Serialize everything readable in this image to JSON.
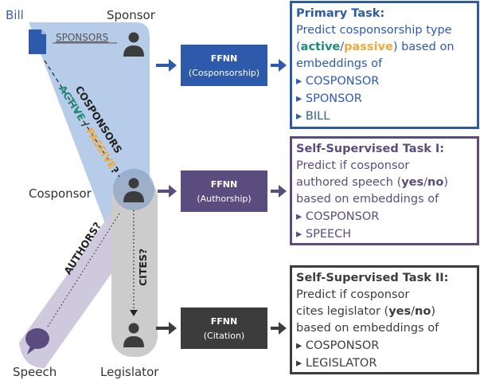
{
  "colors": {
    "blue": "#2E5AAC",
    "purple": "#5B4C80",
    "gray": "#3C3C3C",
    "active_green": "#1E8C78",
    "passive_orange": "#F2A93B",
    "band_blue": "#B6CCE8",
    "band_purple": "#CFC9DE",
    "band_gray": "#CCCCCC"
  },
  "nodes": {
    "bill": "Bill",
    "sponsor": "Sponsor",
    "cosponsor": "Cosponsor",
    "speech": "Speech",
    "legislator": "Legislator"
  },
  "edges": {
    "sponsors": "SPONSORS",
    "cosponsors": "COSPONSORS",
    "active": "ACTIVE",
    "slash": " / ",
    "passive": "PASSIVE",
    "passive_q": "?",
    "authors": "AUTHORS?",
    "cites": "CITES?"
  },
  "ffnn": [
    {
      "title": "FFNN",
      "subtitle": "(Cosponsorship)"
    },
    {
      "title": "FFNN",
      "subtitle": "(Authorship)"
    },
    {
      "title": "FFNN",
      "subtitle": "(Citation)"
    }
  ],
  "tasks": {
    "primary": {
      "title": "Primary Task:",
      "line1": "Predict cosponsorship type",
      "paren_open": "(",
      "active": "active",
      "slash": "/",
      "passive": "passive",
      "paren_close": ") based on",
      "line3": "embeddings of",
      "items": [
        "▸ COSPONSOR",
        "▸ SPONSOR",
        "▸ BILL"
      ]
    },
    "self1": {
      "title": "Self-Supervised Task I:",
      "line1": "Predict if cosponsor",
      "line2a": "authored speech (",
      "yes": "yes",
      "slash": "/",
      "no": "no",
      "line2b": ")",
      "line3": "based on embeddings of",
      "items": [
        "▸ COSPONSOR",
        "▸ SPEECH"
      ]
    },
    "self2": {
      "title": "Self-Supervised Task II:",
      "line1": "Predict if cosponsor",
      "line2a": "cites legislator (",
      "yes": "yes",
      "slash": "/",
      "no": "no",
      "line2b": ")",
      "line3": "based on embeddings of",
      "items": [
        "▸ COSPONSOR",
        "▸ LEGISLATOR"
      ]
    }
  }
}
